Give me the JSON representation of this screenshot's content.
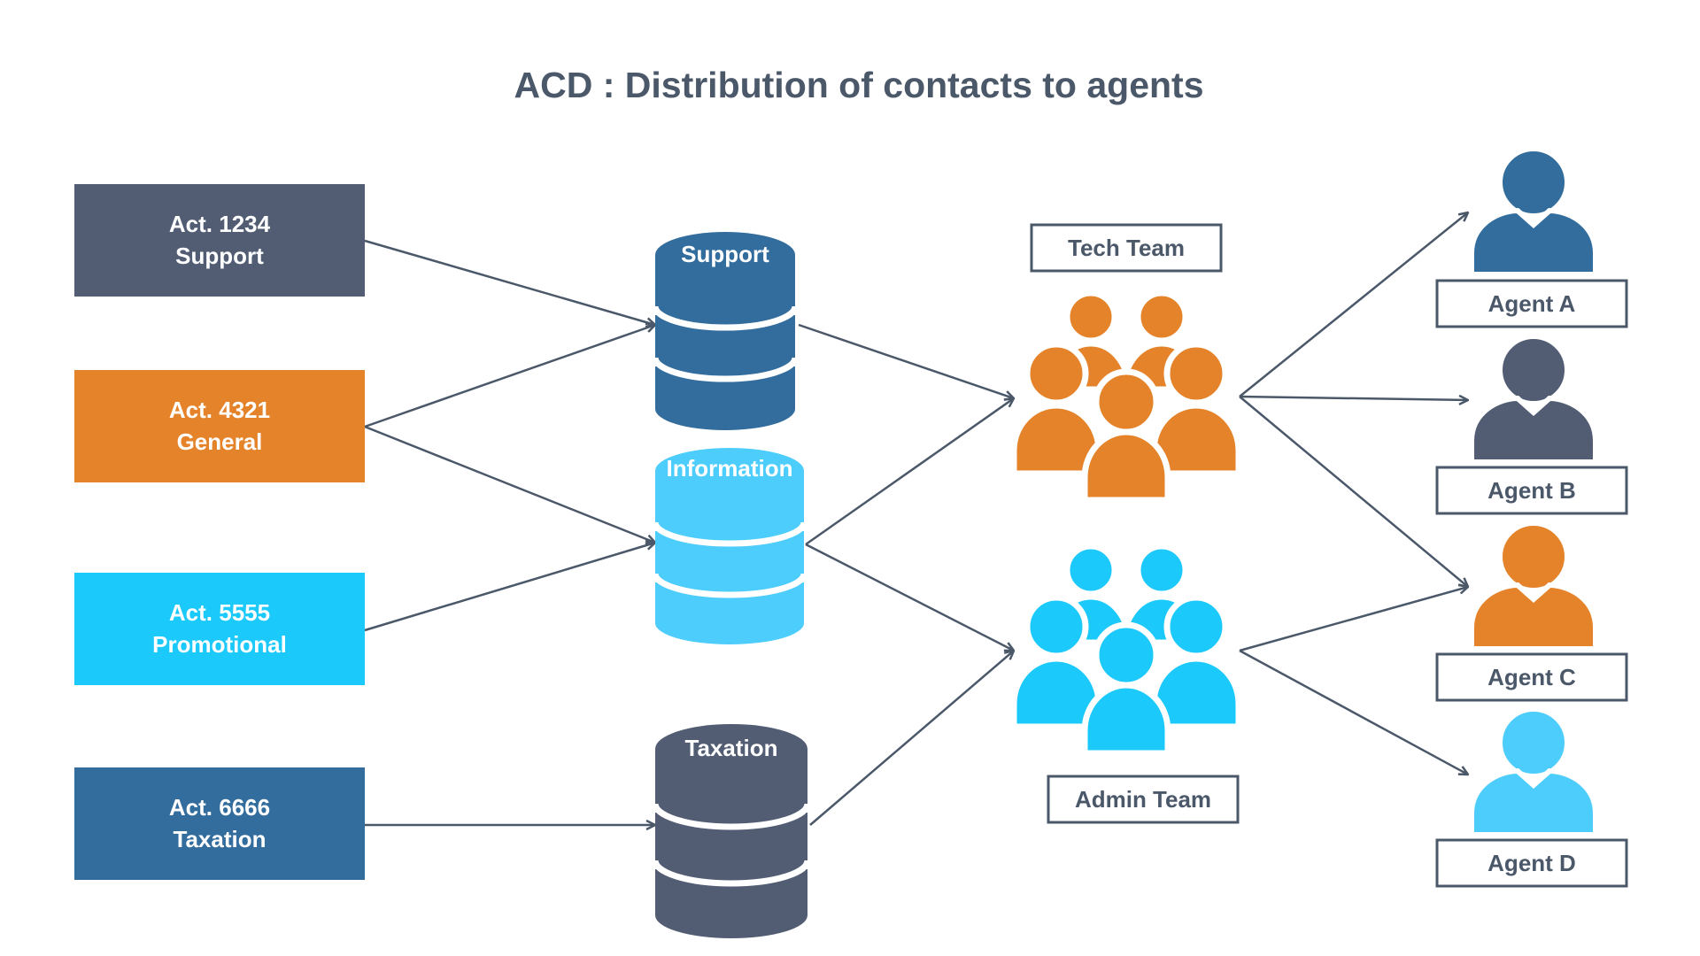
{
  "title": "ACD : Distribution of contacts to agents",
  "colors": {
    "slate": "#525d73",
    "orange": "#e5832a",
    "cyan": "#1bc9fb",
    "blue": "#336d9d",
    "light_cyan": "#4dcdfb",
    "text": "#4b5869"
  },
  "activities": [
    {
      "line1": "Act. 1234",
      "line2": "Support",
      "color": "#525d73"
    },
    {
      "line1": "Act. 4321",
      "line2": "General",
      "color": "#e5832a"
    },
    {
      "line1": "Act. 5555",
      "line2": "Promotional",
      "color": "#1bc9fb"
    },
    {
      "line1": "Act. 6666",
      "line2": "Taxation",
      "color": "#336d9d"
    }
  ],
  "databases": [
    {
      "label": "Support",
      "color": "#336d9d",
      "icon": "database-icon"
    },
    {
      "label": "Information",
      "color": "#4dcdfb",
      "icon": "database-icon"
    },
    {
      "label": "Taxation",
      "color": "#525d73",
      "icon": "database-icon"
    }
  ],
  "teams": [
    {
      "label": "Tech Team",
      "color": "#e5832a",
      "icon": "group-icon"
    },
    {
      "label": "Admin Team",
      "color": "#1bc9fb",
      "icon": "group-icon"
    }
  ],
  "agents": [
    {
      "label": "Agent A",
      "color": "#336d9d",
      "icon": "person-icon"
    },
    {
      "label": "Agent B",
      "color": "#525d73",
      "icon": "person-icon"
    },
    {
      "label": "Agent C",
      "color": "#e5832a",
      "icon": "person-icon"
    },
    {
      "label": "Agent D",
      "color": "#4dcdfb",
      "icon": "person-icon"
    }
  ],
  "connections": [
    {
      "from": "Act. 1234",
      "to": "Support"
    },
    {
      "from": "Act. 4321",
      "to": "Support"
    },
    {
      "from": "Act. 4321",
      "to": "Information"
    },
    {
      "from": "Act. 5555",
      "to": "Information"
    },
    {
      "from": "Act. 6666",
      "to": "Taxation"
    },
    {
      "from": "Support",
      "to": "Tech Team"
    },
    {
      "from": "Information",
      "to": "Tech Team"
    },
    {
      "from": "Information",
      "to": "Admin Team"
    },
    {
      "from": "Taxation",
      "to": "Admin Team"
    },
    {
      "from": "Tech Team",
      "to": "Agent A"
    },
    {
      "from": "Tech Team",
      "to": "Agent B"
    },
    {
      "from": "Tech Team",
      "to": "Agent C"
    },
    {
      "from": "Admin Team",
      "to": "Agent C"
    },
    {
      "from": "Admin Team",
      "to": "Agent D"
    }
  ]
}
